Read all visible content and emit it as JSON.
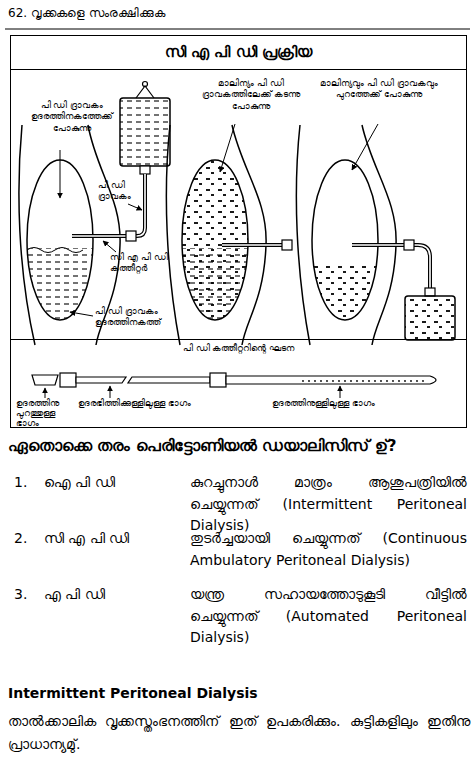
{
  "diagram": {
    "nodes": [
      {
        "text": [
          "സി എ പി ഡി പ്രക്രിയ"
        ]
      },
      {
        "text": [
          "പി ഡി കത്തീറ്ററിന്റെ ഘടന"
        ],
        "in": 0
      }
    ],
    "labels": [
      "62. വൃക്കകളെ സംരക്ഷിക്കുക",
      "പി ഡി ദ്രാവകം ഉദരത്തിനകത്തേക്ക് പോകുന്നു",
      "പി ഡി ദ്രാവകം",
      "സി എ പി ഡി കത്തീറ്റർ",
      "പി ഡി ദ്രാവകം ഉദരത്തിനകത്ത്",
      "മാലിന്യം പി ഡി ദ്രാവകത്തിലേക്ക് കടന്നു പോകുന്നു",
      "മാലിന്യവും പി ഡി ദ്രാവകവും പുറത്തേക്ക് പോകുന്നു",
      "ഉദരത്തിനു പുറത്തുള്ള ഭാഗം",
      "ഉദരഭിത്തിക്കുള്ളിലുള്ള ഭാഗം",
      "ഉദരത്തിനുള്ളിലുള്ള ഭാഗം",
      "ഏതൊക്കെ തരം പെരിട്ടോണിയൽ ഡയാലിസിസ് ഉ്?",
      "1.",
      "ഐ പി ഡി",
      "കുറച്ചുനാൾ മാത്രം ആശുപത്രിയിൽ ചെയ്യുന്നത് (Intermittent Peritoneal Dialysis)",
      "2.",
      "സി എ പി ഡി",
      "തുടർച്ചയായി ചെയ്യുന്നത് (Continuous Ambulatory Peritoneal Dialysis)",
      "3.",
      "എ പി ഡി",
      "യന്ത്ര സഹായത്തോടുകൂടി വീട്ടിൽ ചെയ്യുന്നത് (Automated Peritoneal Dialysis)",
      "Intermittent Peritoneal Dialysis",
      "താൽക്കാലിക വൃക്കസ്തംഭനത്തിന് ഇത് ഉപകരിക്കും. കുട്ടികളിലും ഇതിനു പ്രാധാന്യമു്."
    ]
  }
}
